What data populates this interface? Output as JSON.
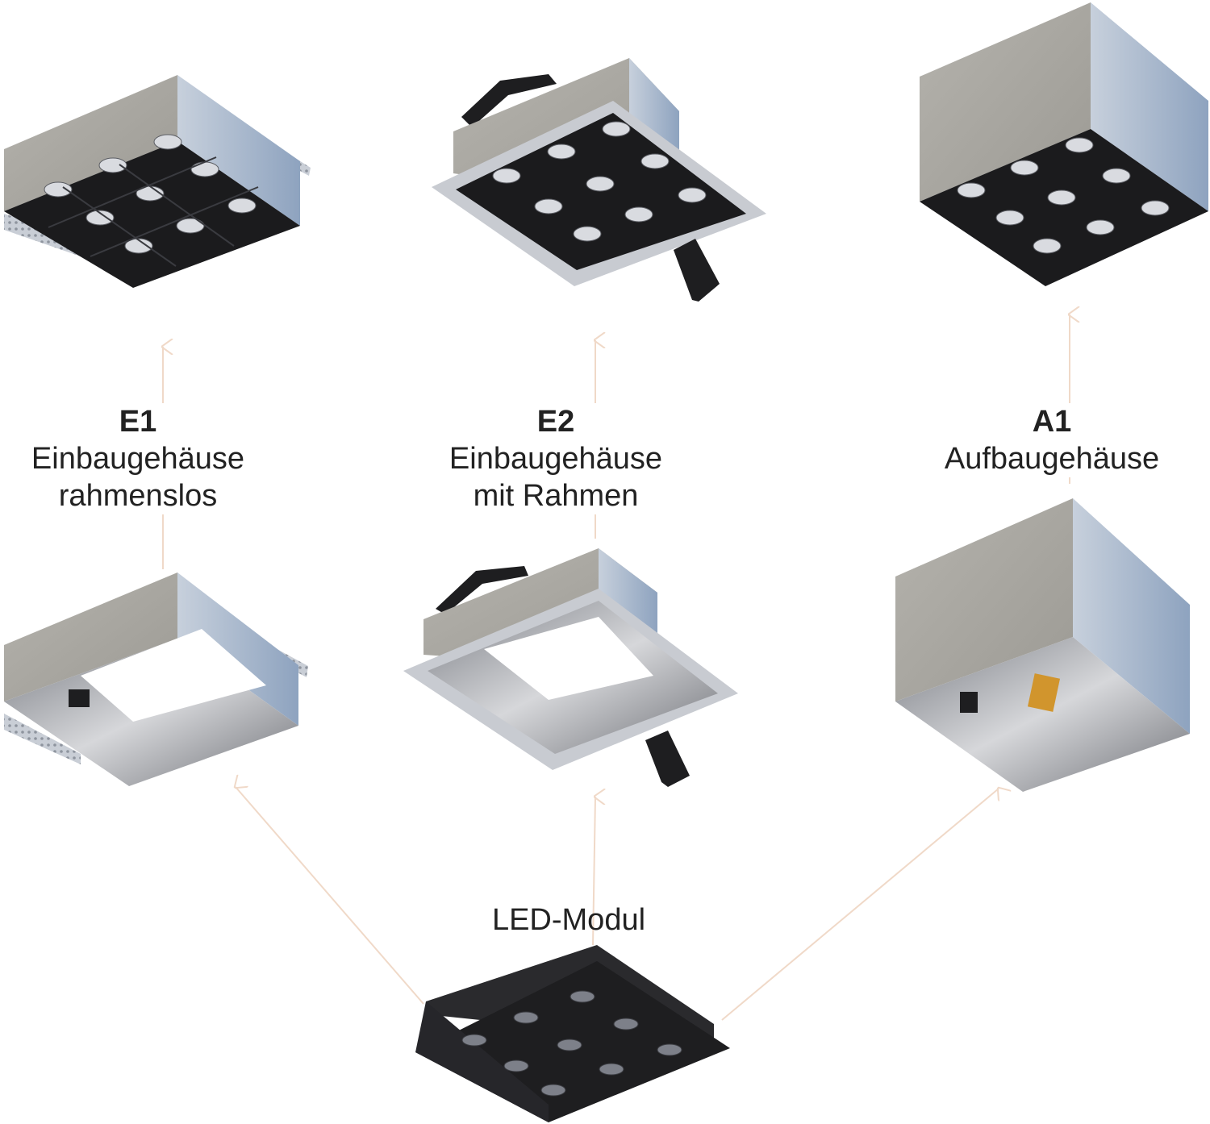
{
  "variants": [
    {
      "code": "E1",
      "line1": "Einbaugehäuse",
      "line2": "rahmenslos"
    },
    {
      "code": "E2",
      "line1": "Einbaugehäuse",
      "line2": "mit Rahmen"
    },
    {
      "code": "A1",
      "line1": "Aufbaugehäuse",
      "line2": ""
    }
  ],
  "module": {
    "label": "LED-Modul"
  },
  "colors": {
    "arrow": "#f0d9c8",
    "housing_front": "#a8a7a2",
    "housing_side": "#9fb0c8",
    "module_black": "#1e1e20",
    "frame": "#c9ccd3"
  }
}
